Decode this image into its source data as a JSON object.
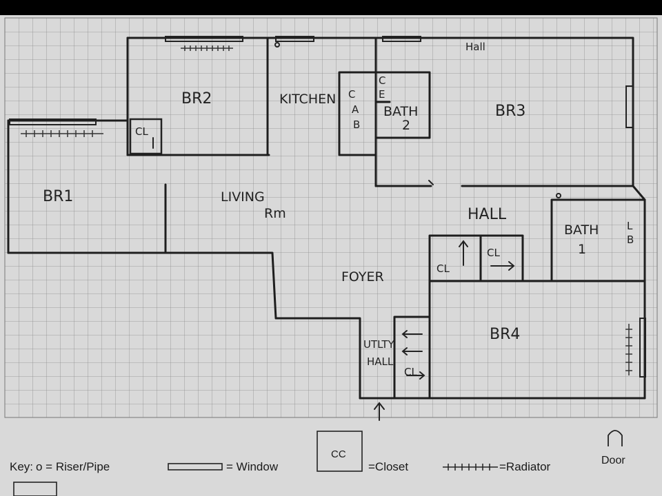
{
  "rooms": {
    "br2": "BR2",
    "kitchen": "KITCHEN",
    "cab": [
      "C",
      "A",
      "B"
    ],
    "ce": [
      "C",
      "E"
    ],
    "bath2": [
      "BATH",
      "2"
    ],
    "hall_top": "Hall",
    "br3": "BR3",
    "cl_br2": "CL",
    "br1": "BR1",
    "living": [
      "LIVING",
      "Rm"
    ],
    "hall_mid": "HALL",
    "bath1": [
      "BATH",
      "1"
    ],
    "linen": [
      "L",
      "B"
    ],
    "cl_a": "CL",
    "cl_b": "CL",
    "foyer": "FOYER",
    "utility": [
      "UTLTY",
      "HALL"
    ],
    "cl_utility": "CL",
    "br4": "BR4"
  },
  "legend": {
    "key_label": "Key:",
    "riser": "o = Riser/Pipe",
    "window": "= Window",
    "closet_box": "CC",
    "closet": "=Closet",
    "radiator": "=Radiator",
    "door": "Door"
  },
  "colors": {
    "paper": "#d9d9d9",
    "grid": "#8c8c8c",
    "ink": "#222222"
  }
}
